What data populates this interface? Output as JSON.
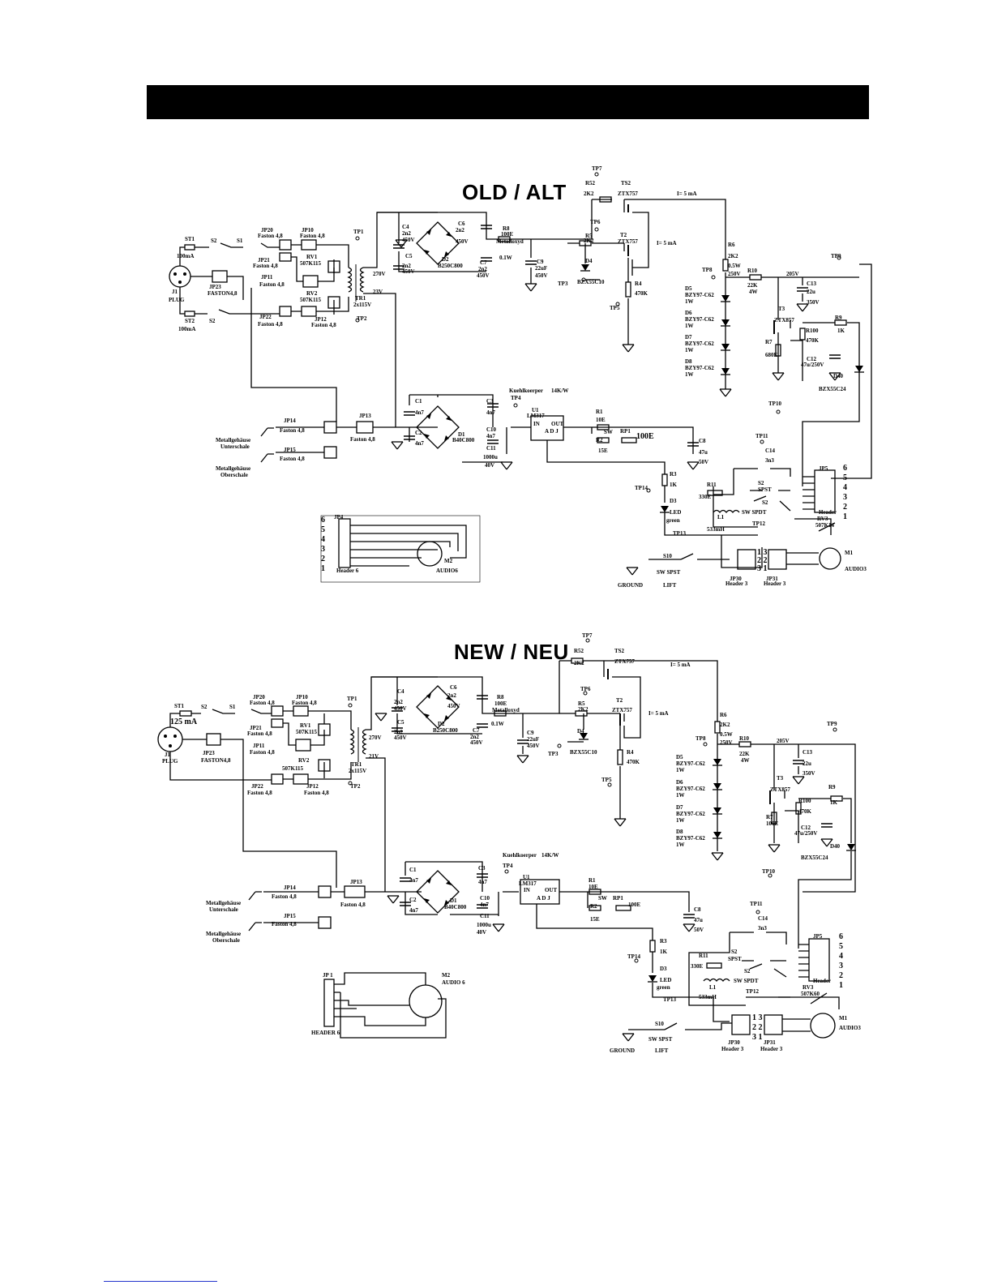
{
  "header": {
    "bar_color": "#000000"
  },
  "sections": {
    "old": {
      "title": "OLD / ALT"
    },
    "new": {
      "title": "NEW / NEU"
    }
  },
  "labels": {
    "st1": "ST1",
    "s2": "S2",
    "s1": "S1",
    "st2": "ST2",
    "j1": "J1",
    "plug": "PLUG",
    "ma100": "100mA",
    "ma125": "125 mA",
    "jp20": "JP20",
    "jp21": "JP21",
    "jp22": "JP22",
    "jp10": "JP10",
    "jp11": "JP11",
    "jp12": "JP12",
    "jp23": "JP23",
    "faston48": "Faston 4,8",
    "faston_jp23": "FASTON4,8",
    "rv1": "RV1",
    "rv2": "RV2",
    "varistor": "507K115",
    "tr1": "TR1",
    "tr_rating": "2x115V",
    "v270": "270V",
    "v23": "23V",
    "v21": "21V",
    "tp1": "TP1",
    "tp2": "TP2",
    "tp3": "TP3",
    "tp4": "TP4",
    "tp5": "TP5",
    "tp6": "TP6",
    "tp7": "TP7",
    "tp8": "TP8",
    "tp9": "TP9",
    "tp10": "TP10",
    "tp11": "TP11",
    "tp12": "TP12",
    "tp13": "TP13",
    "tp14": "TP14",
    "c4": "C4",
    "c5": "C5",
    "c6": "C6",
    "c7": "C7",
    "c2x2": "2n2",
    "v450": "450V",
    "d2": "D2",
    "d2_part": "B250C800",
    "r8": "R8",
    "r8_val": "100E",
    "metalloxyd": "Metalloxyd",
    "w01": "0.1W",
    "c9": "C9",
    "c9_val": "22uF",
    "c9_v": "450V",
    "ts2": "TS2",
    "t2": "T2",
    "ztx757": "ZTX757",
    "r52": "R52",
    "r5": "R5",
    "r2k2": "2K2",
    "i5ma": "I= 5 mA",
    "d4": "D4",
    "bzx55c10": "BZX55C10",
    "r4": "R4",
    "r4_val": "470K",
    "r6": "R6",
    "r6_val": "2K2",
    "w05": "0.5W",
    "v250": "250V",
    "r10": "R10",
    "r10_val": "22K",
    "w4": "4W",
    "v205": "205V",
    "c13": "C13",
    "c13_val": "22u",
    "c13_v": "350V",
    "d5": "D5",
    "d6": "D6",
    "d7": "D7",
    "d8": "D8",
    "bzy97": "BZY97-C62",
    "w1": "1W",
    "t3": "T3",
    "ztx857": "ZTX857",
    "r7": "R7",
    "r7_old": "680E",
    "r7_new": "100E",
    "r100": "R100",
    "r100_val": "470K",
    "c12": "C12",
    "c12_val": "47u/250V",
    "r9": "R9",
    "r9_val": "1K",
    "d40": "D40",
    "bzx55c24": "BZX55C24",
    "kuehl": "Kuehlkoerper",
    "kw": "14K/W",
    "c1": "C1",
    "c2": "C2",
    "c3": "C3",
    "c10": "C10",
    "c11": "C11",
    "c4n7": "4n7",
    "c11_val": "1000u",
    "c11_v": "40V",
    "d1": "D1",
    "d1_part": "B40C800",
    "u1": "U1",
    "lm317": "LM317",
    "in": "IN",
    "out": "OUT",
    "adj": "A D J",
    "r1": "R1",
    "r1_val": "10E",
    "sw": "SW",
    "r2": "R2",
    "r2_val": "15E",
    "rp1": "RP1",
    "rp1_val": "100E",
    "c8": "C8",
    "c8_val": "47u",
    "c8_v": "50V",
    "r3": "R3",
    "r3_val": "1K",
    "d3": "D3",
    "led": "LED",
    "green": "green",
    "c14": "C14",
    "c14_val": "3n3",
    "r11": "R11",
    "r11_val": "330E",
    "l1": "L1",
    "l1_val": "533mH",
    "s_2": "S2",
    "spst": "SPST",
    "spdt": "SPDT",
    "sw_spdt": "SW  SPDT",
    "jp5": "JP5",
    "header": "Header",
    "header6": "Header 6",
    "header3": "Header 3",
    "rv3": "RV3",
    "rv3_old": "507K14",
    "rv3_new": "507K60",
    "m1": "M1",
    "audio3": "AUDIO3",
    "m2": "M2",
    "audio6": "AUDIO6",
    "audio6_new": "AUDIO 6",
    "jp4": "JP4",
    "jp1": "JP 1",
    "header6_new": "HEADER 6",
    "jp30": "JP30",
    "jp31": "JP31",
    "s10": "S10",
    "sw_spst": "SW  SPST",
    "ground": "GROUND",
    "lift": "LIFT",
    "jp13": "JP13",
    "jp14": "JP14",
    "jp15": "JP15",
    "metall_unter": "Metallgehäuse",
    "unterschale": "Unterschale",
    "oberschale": "Oberschale",
    "pins": [
      "6",
      "5",
      "4",
      "3",
      "2",
      "1"
    ],
    "hdr3_pins": [
      "1 3",
      "2 2",
      "3 1"
    ]
  }
}
